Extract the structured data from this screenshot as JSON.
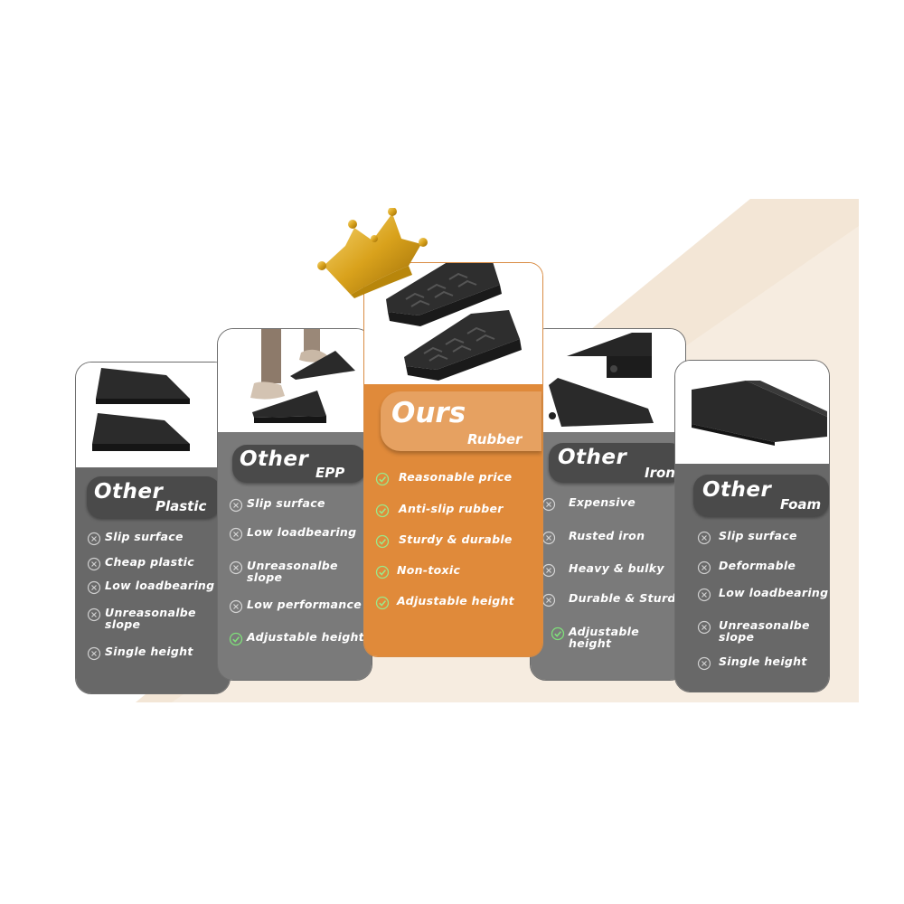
{
  "colors": {
    "accent_orange": "#e08a3a",
    "card_grey": "#686868",
    "title_grey": "#4a4a4a",
    "check_green": "#7fe07a",
    "background_peach": "#f6ece0"
  },
  "cards": [
    {
      "title": "Other",
      "material": "Plastic",
      "features": [
        {
          "text": "Slip surface",
          "icon": "cross-icon"
        },
        {
          "text": "Cheap plastic",
          "icon": "cross-icon"
        },
        {
          "text": "Low loadbearing",
          "icon": "cross-icon"
        },
        {
          "text": "Unreasonalbe slope",
          "icon": "cross-icon"
        },
        {
          "text": "Single height",
          "icon": "cross-icon"
        }
      ]
    },
    {
      "title": "Other",
      "material": "EPP",
      "features": [
        {
          "text": "Slip surface",
          "icon": "cross-icon"
        },
        {
          "text": "Low loadbearing",
          "icon": "cross-icon"
        },
        {
          "text": "Unreasonalbe slope",
          "icon": "cross-icon"
        },
        {
          "text": "Low performance",
          "icon": "cross-icon"
        },
        {
          "text": "Adjustable height",
          "icon": "check-icon"
        }
      ]
    },
    {
      "title": "Ours",
      "material": "Rubber",
      "features": [
        {
          "text": "Reasonable price",
          "icon": "check-icon"
        },
        {
          "text": "Anti-slip rubber",
          "icon": "check-icon"
        },
        {
          "text": "Sturdy & durable",
          "icon": "check-icon"
        },
        {
          "text": "Non-toxic",
          "icon": "check-icon"
        },
        {
          "text": "Adjustable height",
          "icon": "check-icon"
        }
      ]
    },
    {
      "title": "Other",
      "material": "Iron",
      "features": [
        {
          "text": "Expensive",
          "icon": "cross-icon"
        },
        {
          "text": "Rusted iron",
          "icon": "cross-icon"
        },
        {
          "text": "Heavy & bulky",
          "icon": "cross-icon"
        },
        {
          "text": "Durable & Sturdy",
          "icon": "cross-icon"
        },
        {
          "text": "Adjustable height",
          "icon": "check-icon"
        }
      ]
    },
    {
      "title": "Other",
      "material": "Foam",
      "features": [
        {
          "text": "Slip surface",
          "icon": "cross-icon"
        },
        {
          "text": "Deformable",
          "icon": "cross-icon"
        },
        {
          "text": "Low loadbearing",
          "icon": "cross-icon"
        },
        {
          "text": "Unreasonalbe slope",
          "icon": "cross-icon"
        },
        {
          "text": "Single height",
          "icon": "cross-icon"
        }
      ]
    }
  ]
}
